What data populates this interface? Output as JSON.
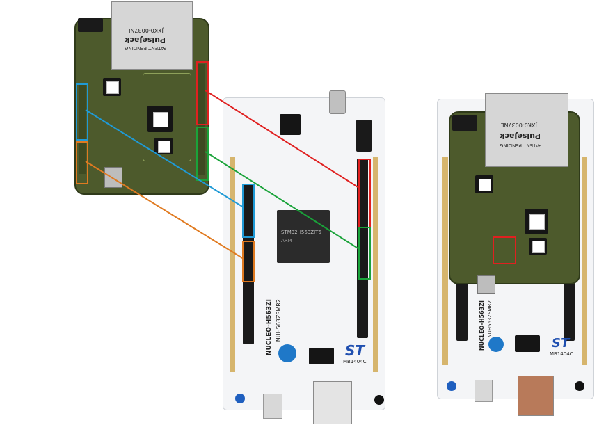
{
  "images": {
    "left_board": {
      "brand": "PulseJack",
      "part": "JXK0-0037NL",
      "badge": "PATENT PENDING"
    },
    "nucleo_board": {
      "model": "NUCLEO-H563ZI",
      "sub": "NUH563ZSMR2",
      "logo_text": "ST",
      "mb": "MB1404C",
      "mcu_text": "STM32H563ZIT6",
      "mcu_sub": "ARM"
    },
    "right_board": {
      "brand": "PulseJack",
      "part": "JXK0-0037NL",
      "badge": "PATENT PENDING",
      "model": "NUCLEO-H563ZI",
      "sub": "NUH563ZSMR2",
      "logo_text": "ST",
      "mb": "MB1404C"
    }
  },
  "colors": {
    "red": "#e02020",
    "blue": "#1f9ad6",
    "green": "#1aa33a",
    "orange": "#e07a20"
  }
}
